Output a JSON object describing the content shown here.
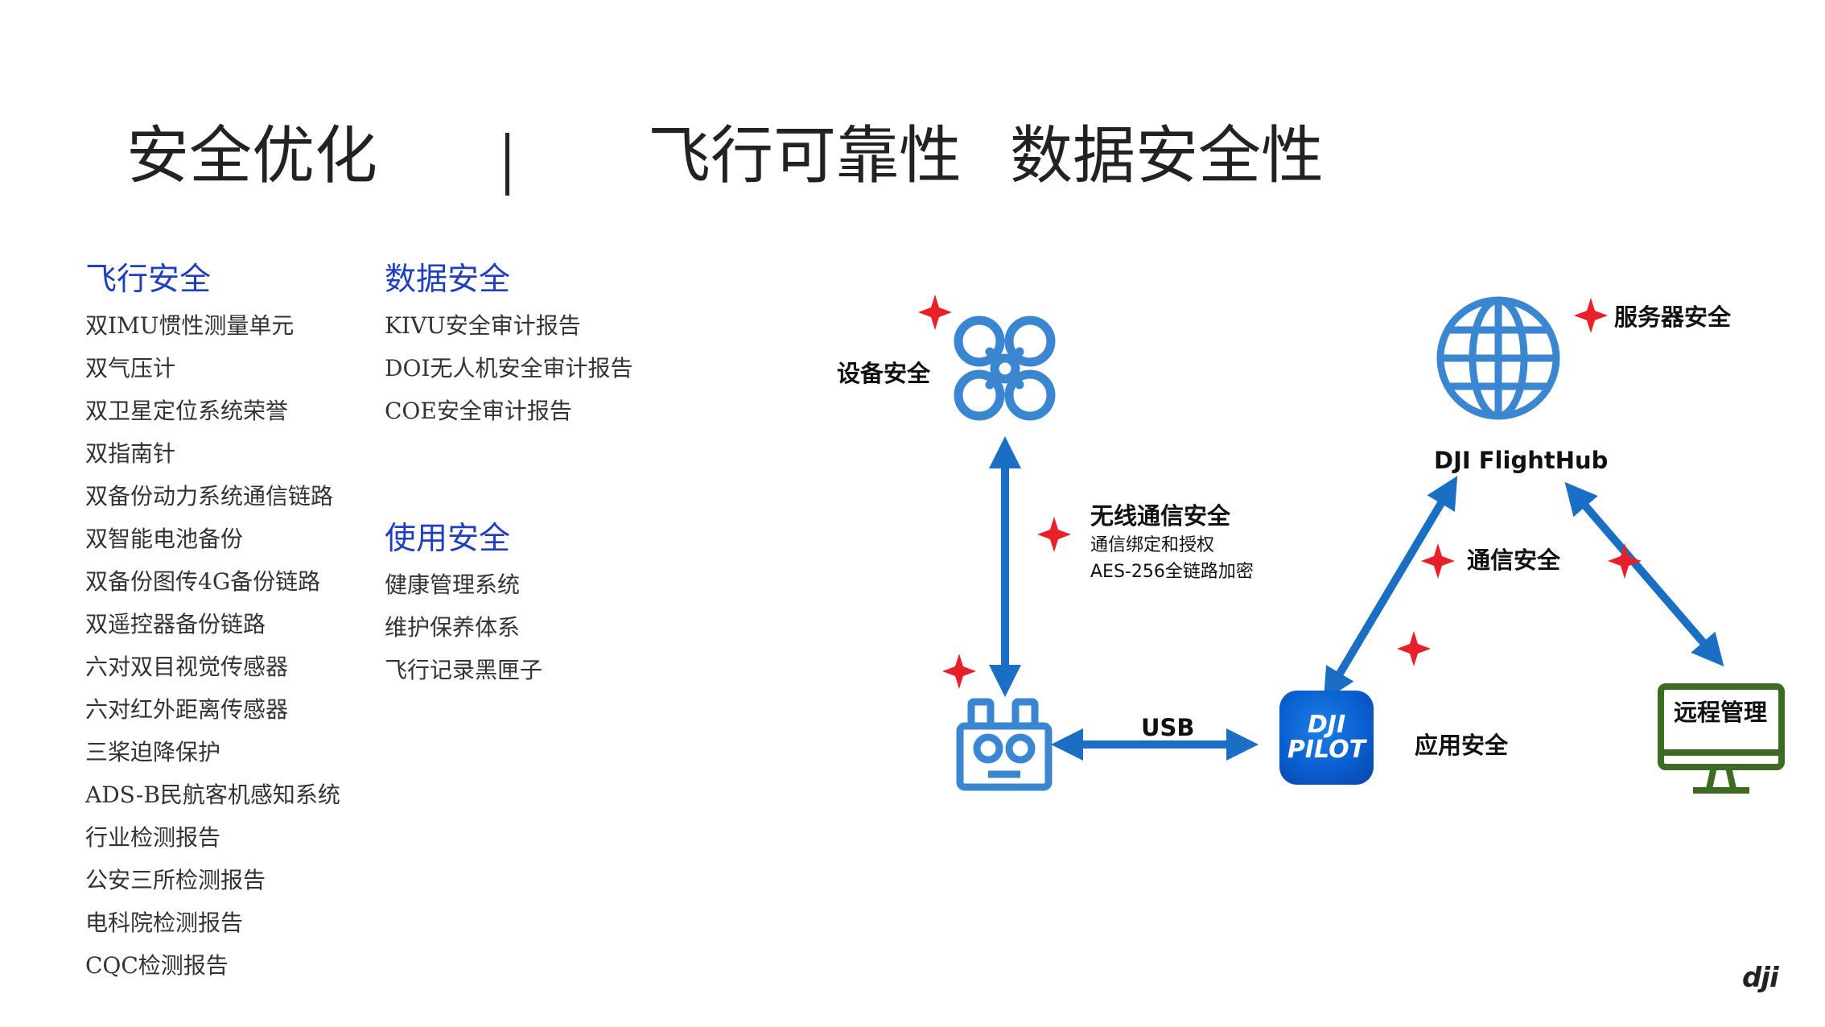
{
  "title": {
    "left": "安全优化",
    "divider": "|",
    "right1": "飞行可靠性",
    "right2": "数据安全性"
  },
  "flight_safety": {
    "heading": "飞行安全",
    "items": [
      "双IMU惯性测量单元",
      "双气压计",
      "双卫星定位系统荣誉",
      "双指南针",
      "双备份动力系统通信链路",
      "双智能电池备份",
      "双备份图传4G备份链路",
      "双遥控器备份链路",
      "六对双目视觉传感器",
      "六对红外距离传感器",
      "三桨迫降保护",
      "ADS-B民航客机感知系统",
      "行业检测报告",
      "公安三所检测报告",
      "电科院检测报告",
      "CQC检测报告"
    ]
  },
  "data_safety": {
    "heading": "数据安全",
    "items": [
      "KIVU安全审计报告",
      "DOI无人机安全审计报告",
      "COE安全审计报告"
    ]
  },
  "usage_safety": {
    "heading": "使用安全",
    "items": [
      "健康管理系统",
      "维护保养体系",
      "飞行记录黑匣子"
    ]
  },
  "diagram": {
    "device_security": "设备安全",
    "wireless_security": "无线通信安全",
    "wireless_detail_1": "通信绑定和授权",
    "wireless_detail_2": "AES-256全链路加密",
    "usb": "USB",
    "app_security": "应用安全",
    "pilot_line1": "DJI",
    "pilot_line2": "PILOT",
    "server_security": "服务器安全",
    "flighthub": "DJI FlightHub",
    "comm_security": "通信安全",
    "remote_management": "远程管理"
  },
  "logo_text": "dji",
  "colors": {
    "heading_blue": "#1f3fbf",
    "arrow_blue": "#1a6fc4",
    "icon_blue": "#3a86d0",
    "star_red": "#e8202a",
    "monitor_green": "#3d6b22"
  }
}
